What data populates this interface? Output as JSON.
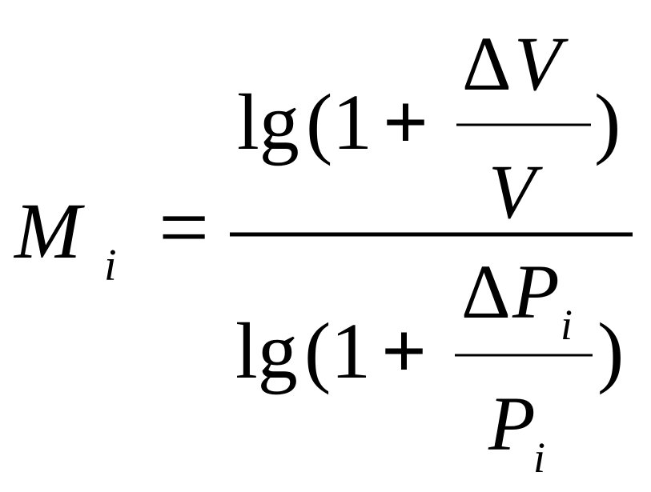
{
  "formula": {
    "lhs": {
      "symbol": "M",
      "subscript": "i"
    },
    "equals": "=",
    "numerator": {
      "fn": "lg",
      "open_paren": "(",
      "one": "1",
      "plus": "+",
      "frac_num": {
        "delta": "Δ",
        "var": "V"
      },
      "frac_den": {
        "var": "V"
      },
      "close_paren": ")"
    },
    "denominator": {
      "fn": "lg",
      "open_paren": "(",
      "one": "1",
      "plus": "+",
      "frac_num": {
        "delta": "Δ",
        "var": "P",
        "subscript": "i"
      },
      "frac_den": {
        "var": "P",
        "subscript": "i"
      },
      "close_paren": ")"
    }
  }
}
